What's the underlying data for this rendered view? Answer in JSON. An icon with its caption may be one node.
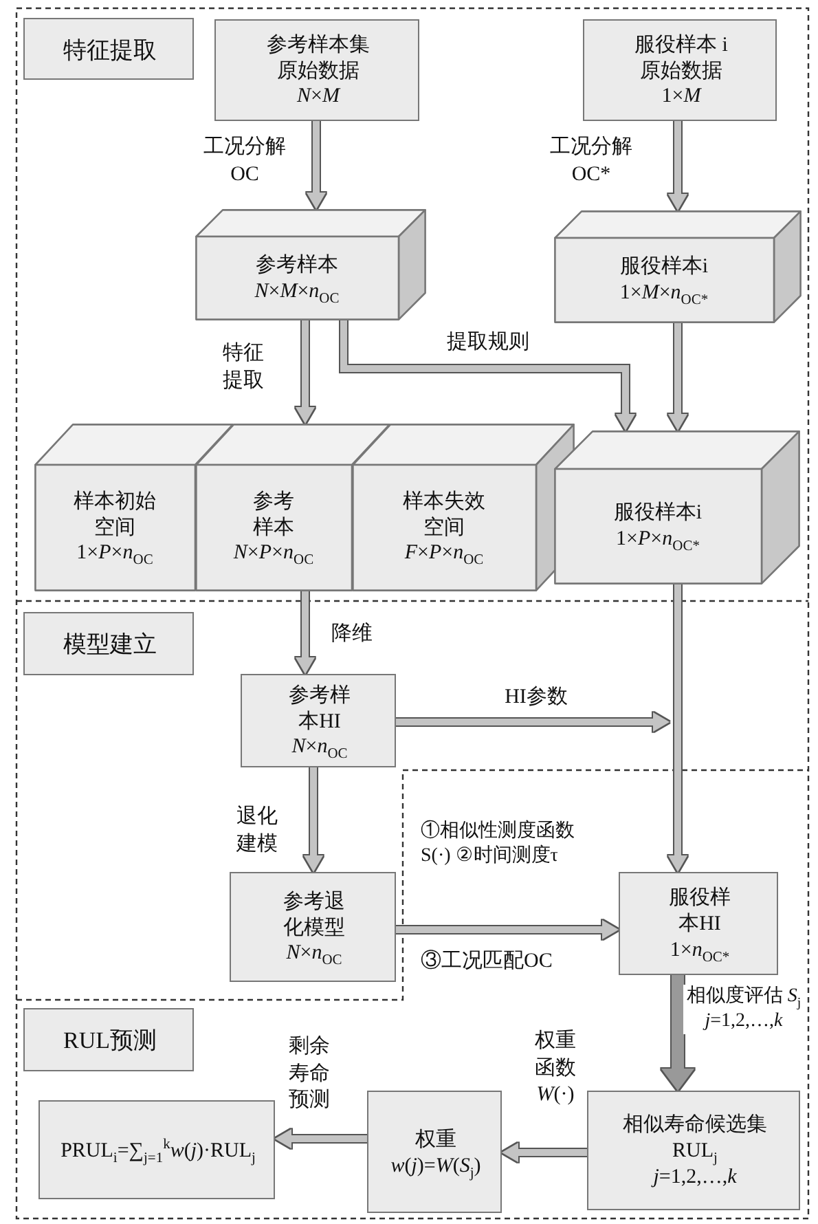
{
  "diagram": {
    "nodes": [
      {
        "text": [
          "特征提取"
        ]
      },
      {
        "text": [
          "参考样本集原始数据",
          "*N*×*M*"
        ]
      },
      {
        "text": [
          "服役样本 i原始数据",
          "1×*M*"
        ]
      },
      {
        "text": [
          "参考样本",
          "*N*×*M*×*n*$_{OC}$"
        ]
      },
      {
        "text": [
          "服役样本i",
          "1×*M*×*n*$_{OC*}$"
        ]
      },
      {
        "text": [
          "样本初始空间",
          "1×*P*×*n*$_{OC}$"
        ]
      },
      {
        "text": [
          "参考样本",
          "*N*×*P*×*n*$_{OC}$"
        ]
      },
      {
        "text": [
          "样本失效空间",
          "*F*×*P*×*n*$_{OC}$"
        ]
      },
      {
        "text": [
          "服役样本i",
          "1×*P*×*n*$_{OC*}$"
        ]
      },
      {
        "text": [
          "模型建立"
        ]
      },
      {
        "text": [
          "参考样本HI",
          "*N*×*n*$_{OC}$"
        ]
      },
      {
        "text": [
          "参考退化模型",
          "*N*×*n*$_{OC}$"
        ]
      },
      {
        "text": [
          "服役样本HI",
          "1×*n*$_{OC*}$"
        ]
      },
      {
        "text": [
          "RUL预测"
        ]
      },
      {
        "text": [
          "PRUL$_{i}$=∑$_{j=1}$$^{k}$*w*(*j*)·RUL$_{j}$"
        ]
      },
      {
        "text": [
          "权重",
          "*w*(*j*)=*W*(*S*$_{j}$)"
        ]
      },
      {
        "text": [
          "相似寿命候选集",
          "RUL$_{j}$",
          "*j*=1,2,…,*k*"
        ]
      }
    ],
    "edges": [
      {
        "from": 1,
        "to": 3,
        "arrow": "to",
        "label": "工况分解 OC"
      },
      {
        "from": 2,
        "to": 4,
        "arrow": "to",
        "label": "工况分解 OC*"
      },
      {
        "from": 3,
        "to": 6,
        "arrow": "to",
        "label": "特征提取"
      },
      {
        "from": 3,
        "to": 8,
        "arrow": "to",
        "label": "提取规则"
      },
      {
        "from": 4,
        "to": 8,
        "arrow": "to"
      },
      {
        "from": 6,
        "to": 10,
        "arrow": "to",
        "label": "降维"
      },
      {
        "from": 10,
        "to": null,
        "arrow": "to",
        "label": "HI参数"
      },
      {
        "from": 8,
        "to": 12,
        "arrow": "to"
      },
      {
        "from": 10,
        "to": 11,
        "arrow": "to",
        "label": "退化建模"
      },
      {
        "from": 11,
        "to": 12,
        "arrow": "to",
        "label": "①相似性测度函数S(·) ②时间测度τ"
      },
      {
        "from": 12,
        "to": 16,
        "arrow": "to",
        "label": "相似度评估 *S*$_{j}$ *j*=1,2,…,*k*",
        "style": "thick",
        "color": "#999999"
      },
      {
        "from": 16,
        "to": 15,
        "arrow": "to",
        "label": "权重函数 *W*(·)"
      },
      {
        "from": 15,
        "to": 14,
        "arrow": "to",
        "label": "剩余寿命预测"
      }
    ],
    "labels": [
      "③工况匹配OC"
    ]
  }
}
